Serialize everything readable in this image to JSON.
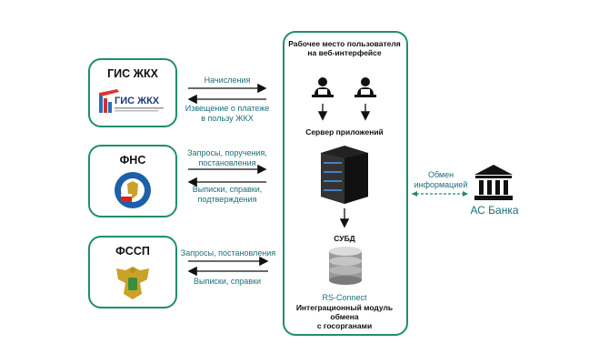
{
  "sources": [
    {
      "title": "ГИС ЖКХ",
      "logo_text": "ГИС ЖКХ",
      "arrow_out": "Начисления",
      "arrow_in": "Извещение о платеже\nв пользу ЖКХ"
    },
    {
      "title": "ФНС",
      "arrow_out": "Запросы, поручения,\nпостановления",
      "arrow_in": "Выписки, справки,\nподтверждения"
    },
    {
      "title": "ФССП",
      "arrow_out": "Запросы, постановления",
      "arrow_in": "Выписки, справки"
    }
  ],
  "center": {
    "workplace": "Рабочее место пользователя\nна веб-интерфейсе",
    "app_server": "Сервер приложений",
    "dbms": "СУБД",
    "module_name": "RS-Connect",
    "module_desc": "Интеграционный модуль обмена\nс госорганами"
  },
  "exchange": {
    "label": "Обмен\nинформацией",
    "target": "АС Банка"
  },
  "colors": {
    "accent": "#1f8f6a",
    "label": "#1b6f78",
    "dark": "#111111"
  }
}
